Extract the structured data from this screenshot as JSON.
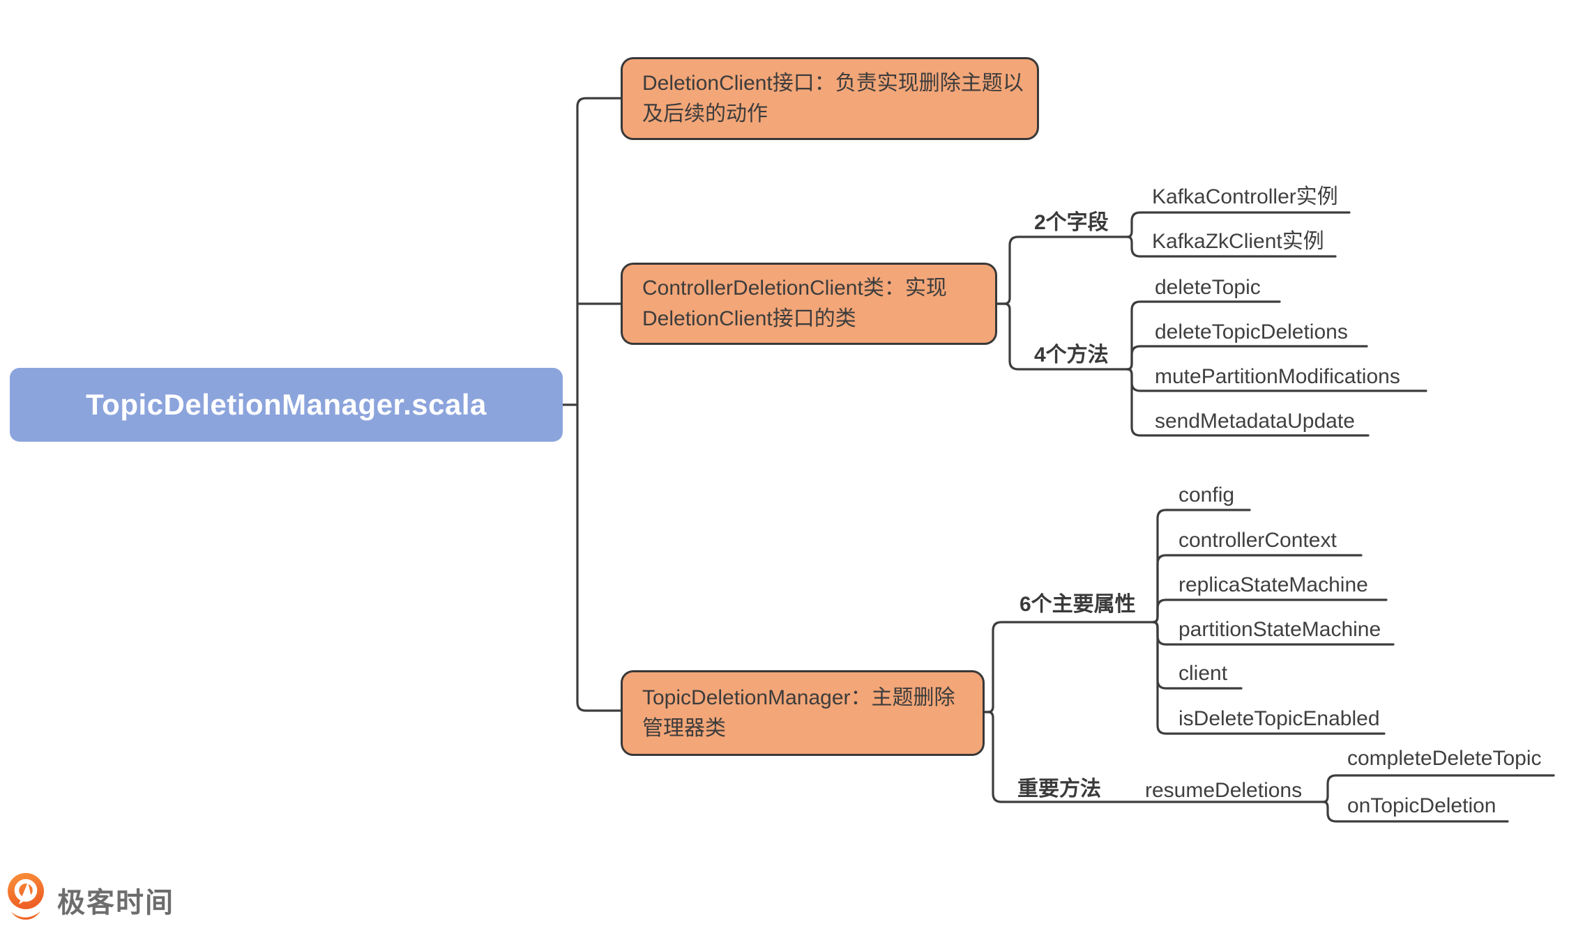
{
  "colors": {
    "canvas_bg": "#ffffff",
    "root_fill": "#8ca4dc",
    "root_text": "#ffffff",
    "branch_fill": "#f3a678",
    "branch_border": "#383838",
    "line": "#3d3d3d",
    "text": "#3c3c3c",
    "logo_orange": "#f4722b",
    "logo_text": "#6d6d6d"
  },
  "root": {
    "label": "TopicDeletionManager.scala"
  },
  "branches": [
    {
      "label": "DeletionClient接口：负责实现删除主题以及后续的动作",
      "groups": []
    },
    {
      "label": "ControllerDeletionClient类：实现DeletionClient接口的类",
      "groups": [
        {
          "label": "2个字段",
          "items": [
            {
              "label": "KafkaController实例"
            },
            {
              "label": "KafkaZkClient实例"
            }
          ]
        },
        {
          "label": "4个方法",
          "items": [
            {
              "label": "deleteTopic"
            },
            {
              "label": "deleteTopicDeletions"
            },
            {
              "label": "mutePartitionModifications"
            },
            {
              "label": "sendMetadataUpdate"
            }
          ]
        }
      ]
    },
    {
      "label": "TopicDeletionManager：主题删除管理器类",
      "groups": [
        {
          "label": "6个主要属性",
          "items": [
            {
              "label": "config"
            },
            {
              "label": "controllerContext"
            },
            {
              "label": "replicaStateMachine"
            },
            {
              "label": "partitionStateMachine"
            },
            {
              "label": "client"
            },
            {
              "label": "isDeleteTopicEnabled"
            }
          ]
        },
        {
          "label": "重要方法",
          "items": [
            {
              "label": "resumeDeletions",
              "children": [
                {
                  "label": "completeDeleteTopic"
                },
                {
                  "label": "onTopicDeletion"
                }
              ]
            }
          ]
        }
      ]
    }
  ],
  "footer": {
    "logo_icon": "geektime-logo",
    "logo_text": "极客时间"
  }
}
